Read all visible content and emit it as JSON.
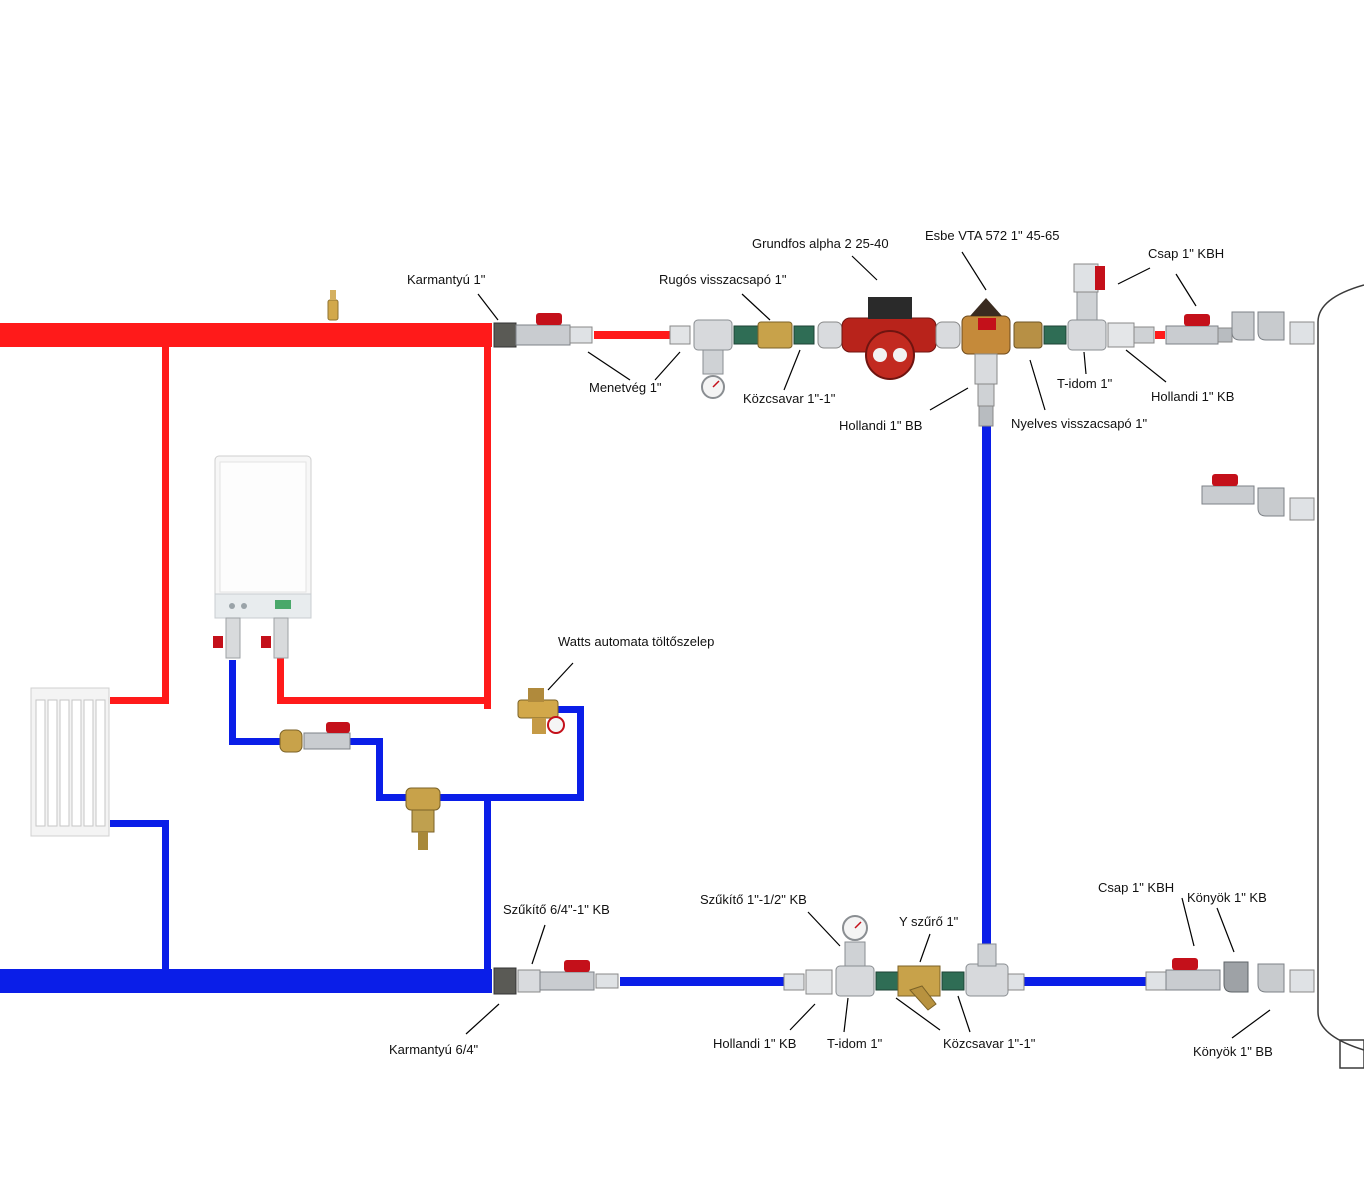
{
  "colors": {
    "supply": "#ff1a1a",
    "return": "#0a1ee8",
    "fitting_silver": "#c9ccd0",
    "fitting_green": "#2f6d55",
    "brass": "#c8a24a",
    "pump_red": "#b8231b",
    "valve_handle": "#c4101a"
  },
  "labels": {
    "karmantyu_1": "Karmantyú 1\"",
    "rugos_visszacsapo": "Rugós visszacsapó 1\"",
    "grundfos": "Grundfos alpha 2 25-40",
    "esbe": "Esbe VTA 572 1\" 45-65",
    "csap_kbh_top": "Csap 1\" KBH",
    "menetveg": "Menetvég 1\"",
    "kozcsavar_top": "Közcsavar 1\"-1\"",
    "hollandi_bb": "Hollandi 1\" BB",
    "t_idom_top": "T-idom 1\"",
    "hollandi_kb_top": "Hollandi 1\" KB",
    "nyelves_visszacsapo": "Nyelves visszacsapó 1\"",
    "watts": "Watts automata töltőszelep",
    "szukito_64": "Szűkítő 6/4\"-1\" KB",
    "szukito_12": "Szűkítő 1\"-1/2\" KB",
    "y_szuro": "Y szűrő 1\"",
    "csap_kbh_bottom": "Csap 1\" KBH",
    "konyok_kb": "Könyök 1\" KB",
    "karmantyu_64": "Karmantyú 6/4\"",
    "hollandi_kb_bottom": "Hollandi 1\" KB",
    "t_idom_bottom": "T-idom 1\"",
    "kozcsavar_bottom": "Közcsavar 1\"-1\"",
    "konyok_bb": "Könyök 1\" BB"
  }
}
